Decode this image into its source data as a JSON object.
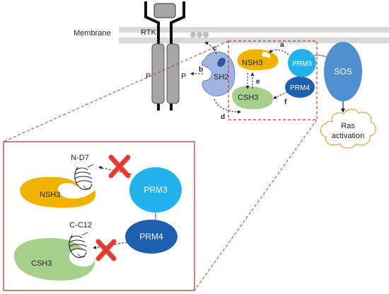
{
  "labels": {
    "membrane": "Membrane",
    "rtk": "RTK",
    "p_left": "P",
    "p_right": "P",
    "sh2": "SH2",
    "nsh3": "NSH3",
    "csh3": "CSH3",
    "prm3": "PRM3",
    "prm4": "PRM4",
    "sos": "SOS",
    "ras_line1": "Ras",
    "ras_line2": "activation",
    "arrow_a": "a",
    "arrow_b": "b",
    "arrow_c": "c",
    "arrow_d": "d",
    "arrow_e": "e",
    "arrow_f": "f"
  },
  "inset": {
    "nd7": "N-D7",
    "cc12": "C-C12",
    "nsh3": "NSH3",
    "csh3": "CSH3",
    "prm3": "PRM3",
    "prm4": "PRM4"
  },
  "colors": {
    "nsh3": "#f0b400",
    "csh3": "#a8d08d",
    "prm3": "#22b2ec",
    "prm4": "#1f5fb0",
    "sos": "#4e8fd0",
    "sh2": "#9fb4e0",
    "receptor": "#a6a6a6",
    "membrane": "#d9d9d9",
    "dashed_frame": "#c0392b",
    "inhibit_x": "#e8413a"
  }
}
